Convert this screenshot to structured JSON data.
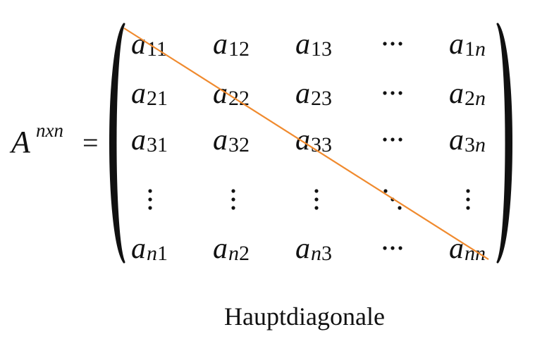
{
  "matrix_name": {
    "base": "A",
    "superscript": "nxn"
  },
  "equals_sign": "=",
  "rows": [
    [
      {
        "base": "a",
        "sub": "11"
      },
      {
        "base": "a",
        "sub": "12"
      },
      {
        "base": "a",
        "sub": "13"
      },
      {
        "dots": "horizontal"
      },
      {
        "base": "a",
        "sub": "1n"
      }
    ],
    [
      {
        "base": "a",
        "sub": "21"
      },
      {
        "base": "a",
        "sub": "22"
      },
      {
        "base": "a",
        "sub": "23"
      },
      {
        "dots": "horizontal"
      },
      {
        "base": "a",
        "sub": "2n"
      }
    ],
    [
      {
        "base": "a",
        "sub": "31"
      },
      {
        "base": "a",
        "sub": "32"
      },
      {
        "base": "a",
        "sub": "33"
      },
      {
        "dots": "horizontal"
      },
      {
        "base": "a",
        "sub": "3n"
      }
    ],
    [
      {
        "dots": "vertical"
      },
      {
        "dots": "vertical"
      },
      {
        "dots": "vertical"
      },
      {
        "dots": "diagonal"
      },
      {
        "dots": "vertical"
      }
    ],
    [
      {
        "base": "a",
        "sub": "n1"
      },
      {
        "base": "a",
        "sub": "n2"
      },
      {
        "base": "a",
        "sub": "n3"
      },
      {
        "dots": "horizontal"
      },
      {
        "base": "a",
        "sub": "nn"
      }
    ]
  ],
  "diagonal_label": "Hauptdiagonale",
  "colors": {
    "diagonal": "#f08a2e",
    "text": "#111111"
  }
}
